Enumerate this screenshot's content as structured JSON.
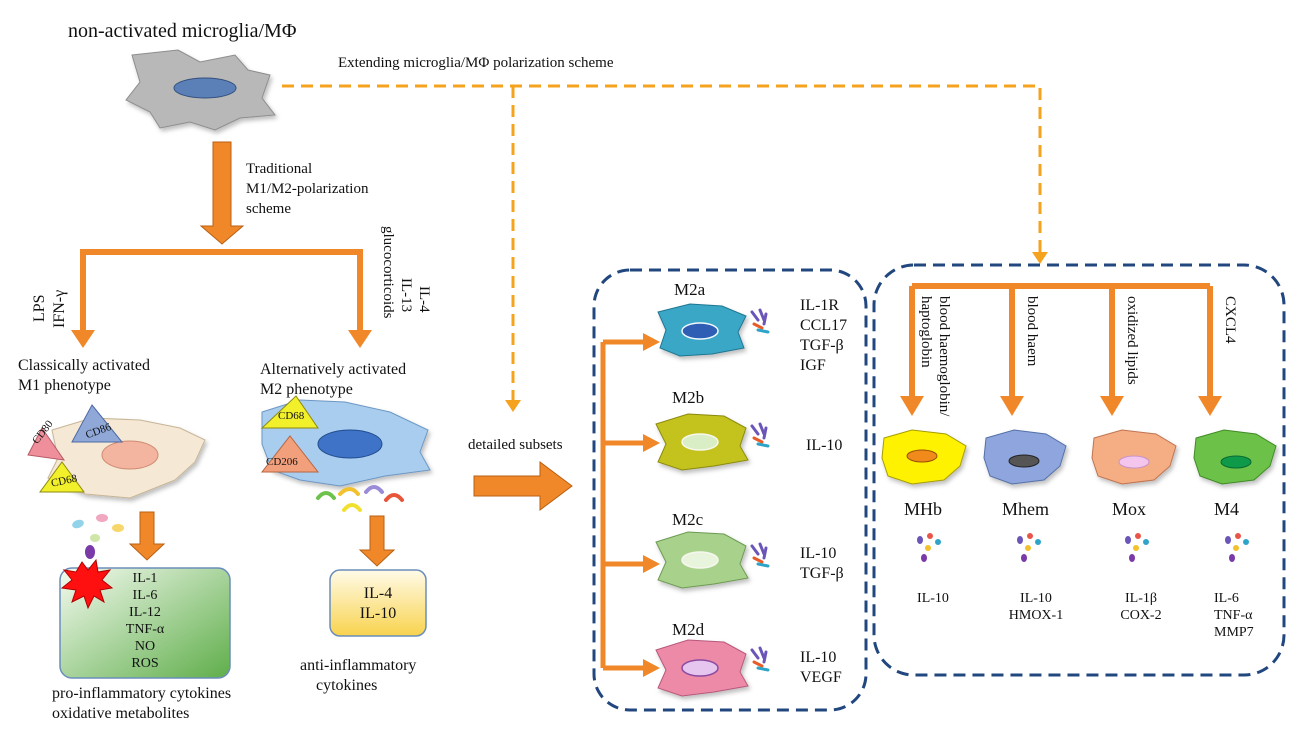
{
  "title": "non-activated microglia/MΦ",
  "extending_label": "Extending microglia/MΦ polarization scheme",
  "traditional_label": [
    "Traditional",
    "M1/M2-polarization",
    "scheme"
  ],
  "m1_stimuli": [
    "LPS",
    "IFN-γ"
  ],
  "m2_stimuli": [
    "IL-4",
    "IL-13",
    "glucocorticoids"
  ],
  "m1": {
    "label": [
      "Classically activated",
      "M1 phenotype"
    ],
    "markers": [
      "CD80",
      "CD86",
      "CD68"
    ],
    "products": [
      "IL-1",
      "IL-6",
      "IL-12",
      "TNF-α",
      "NO",
      "ROS"
    ],
    "caption": [
      "pro-inflammatory cytokines",
      "oxidative metabolites"
    ]
  },
  "m2": {
    "label": [
      "Alternatively activated",
      "M2 phenotype"
    ],
    "markers": [
      "CD68",
      "CD206"
    ],
    "products": [
      "IL-4",
      "IL-10"
    ],
    "caption": [
      "anti-inflammatory",
      "cytokines"
    ]
  },
  "detailed_label": "detailed subsets",
  "subsets": [
    {
      "name": "M2a",
      "markers": [
        "IL-1R",
        "CCL17",
        "TGF-β",
        "IGF"
      ]
    },
    {
      "name": "M2b",
      "markers": [
        "IL-10"
      ]
    },
    {
      "name": "M2c",
      "markers": [
        "IL-10",
        "TGF-β"
      ]
    },
    {
      "name": "M2d",
      "markers": [
        "IL-10",
        "VEGF"
      ]
    }
  ],
  "extended": [
    {
      "stimulus": [
        "blood haemoglobin/",
        "haptoglobin"
      ],
      "name": "MHb",
      "markers": [
        "IL-10"
      ]
    },
    {
      "stimulus": [
        "blood haem"
      ],
      "name": "Mhem",
      "markers": [
        "IL-10",
        "HMOX-1"
      ]
    },
    {
      "stimulus": [
        "oxidized lipids"
      ],
      "name": "Mox",
      "markers": [
        "IL-1β",
        "COX-2"
      ]
    },
    {
      "stimulus": [
        "CXCL4"
      ],
      "name": "M4",
      "markers": [
        "IL-6",
        "TNF-α",
        "MMP7"
      ]
    }
  ],
  "colors": {
    "arrow": "#f0882a",
    "dash_orange": "#f5a31f",
    "dash_blue": "#22477f",
    "resting_cell": "#b8b8b8",
    "m1_cell": "#f5e8d4",
    "m2_cell": "#a9cdee",
    "m2a_cell": "#3aa7c7",
    "m2b_cell": "#c4c21f",
    "m2c_cell": "#a8d28c",
    "m2d_cell": "#ec8aa8",
    "mhb_cell": "#fff200",
    "mhem_cell": "#8ea6dd",
    "mox_cell": "#f5ad84",
    "m4_cell": "#6cc24a"
  }
}
